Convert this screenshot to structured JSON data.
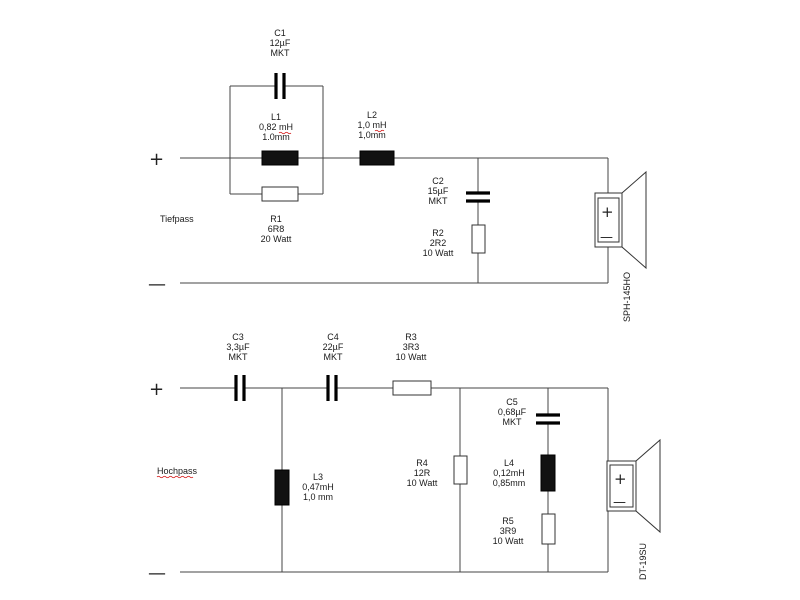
{
  "terminals": {
    "plus": "+",
    "minus": "—"
  },
  "tiefpass": {
    "label": "Tiefpass",
    "c1": {
      "name": "C1",
      "value": "12µF",
      "type": "MKT"
    },
    "l1": {
      "name": "L1",
      "value": "0,82 mH",
      "wire": "1.0mm"
    },
    "r1": {
      "name": "R1",
      "value": "6R8",
      "power": "20 Watt"
    },
    "l2": {
      "name": "L2",
      "value": "1,0 mH",
      "wire": "1,0mm"
    },
    "c2": {
      "name": "C2",
      "value": "15µF",
      "type": "MKT"
    },
    "r2": {
      "name": "R2",
      "value": "2R2",
      "power": "10 Watt"
    },
    "speaker": {
      "name": "SPH-145HO",
      "plus": "+",
      "minus": "—"
    }
  },
  "hochpass": {
    "label": "Hochpass",
    "c3": {
      "name": "C3",
      "value": "3,3µF",
      "type": "MKT"
    },
    "c4": {
      "name": "C4",
      "value": "22µF",
      "type": "MKT"
    },
    "r3": {
      "name": "R3",
      "value": "3R3",
      "power": "10 Watt"
    },
    "l3": {
      "name": "L3",
      "value": "0,47mH",
      "wire": "1,0 mm"
    },
    "r4": {
      "name": "R4",
      "value": "12R",
      "power": "10 Watt"
    },
    "c5": {
      "name": "C5",
      "value": "0,68µF",
      "type": "MKT"
    },
    "l4": {
      "name": "L4",
      "value": "0,12mH",
      "wire": "0,85mm"
    },
    "r5": {
      "name": "R5",
      "value": "3R9",
      "power": "10 Watt"
    },
    "speaker": {
      "name": "DT-19SU",
      "plus": "+",
      "minus": "—"
    }
  }
}
